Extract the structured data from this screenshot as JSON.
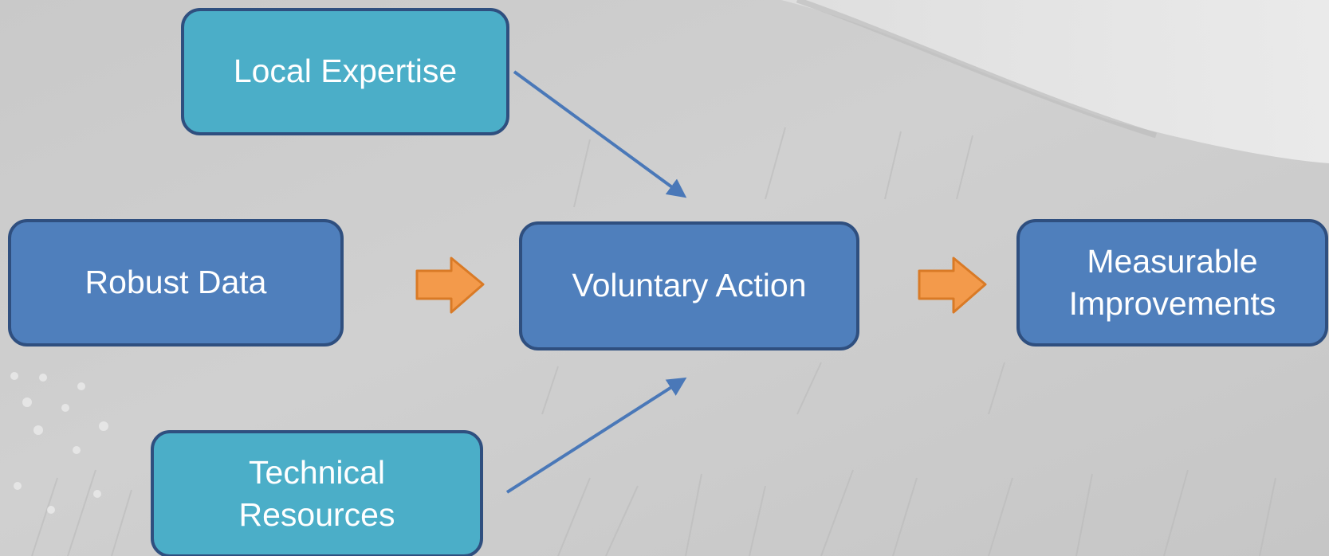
{
  "diagram": {
    "nodes": {
      "local_expertise": "Local Expertise",
      "robust_data": "Robust Data",
      "voluntary_action": "Voluntary Action",
      "measurable_improvements": "Measurable\nImprovements",
      "technical_resources": "Technical\nResources"
    },
    "edges": [
      {
        "from": "local_expertise",
        "to": "voluntary_action",
        "style": "line-arrow"
      },
      {
        "from": "technical_resources",
        "to": "voluntary_action",
        "style": "line-arrow"
      },
      {
        "from": "robust_data",
        "to": "voluntary_action",
        "style": "block-arrow"
      },
      {
        "from": "voluntary_action",
        "to": "measurable_improvements",
        "style": "block-arrow"
      }
    ]
  },
  "colors": {
    "light_box": "#4baec8",
    "dark_box": "#4f7fbc",
    "box_border": "#2f4f7f",
    "line_arrow": "#4a78b8",
    "block_arrow_fill": "#f39a4b",
    "block_arrow_stroke": "#d97a26"
  },
  "background": {
    "kind": "grayscale landscape photo",
    "tones": [
      "#c8c8c8",
      "#d9d9d9",
      "#e6e6e6"
    ]
  }
}
